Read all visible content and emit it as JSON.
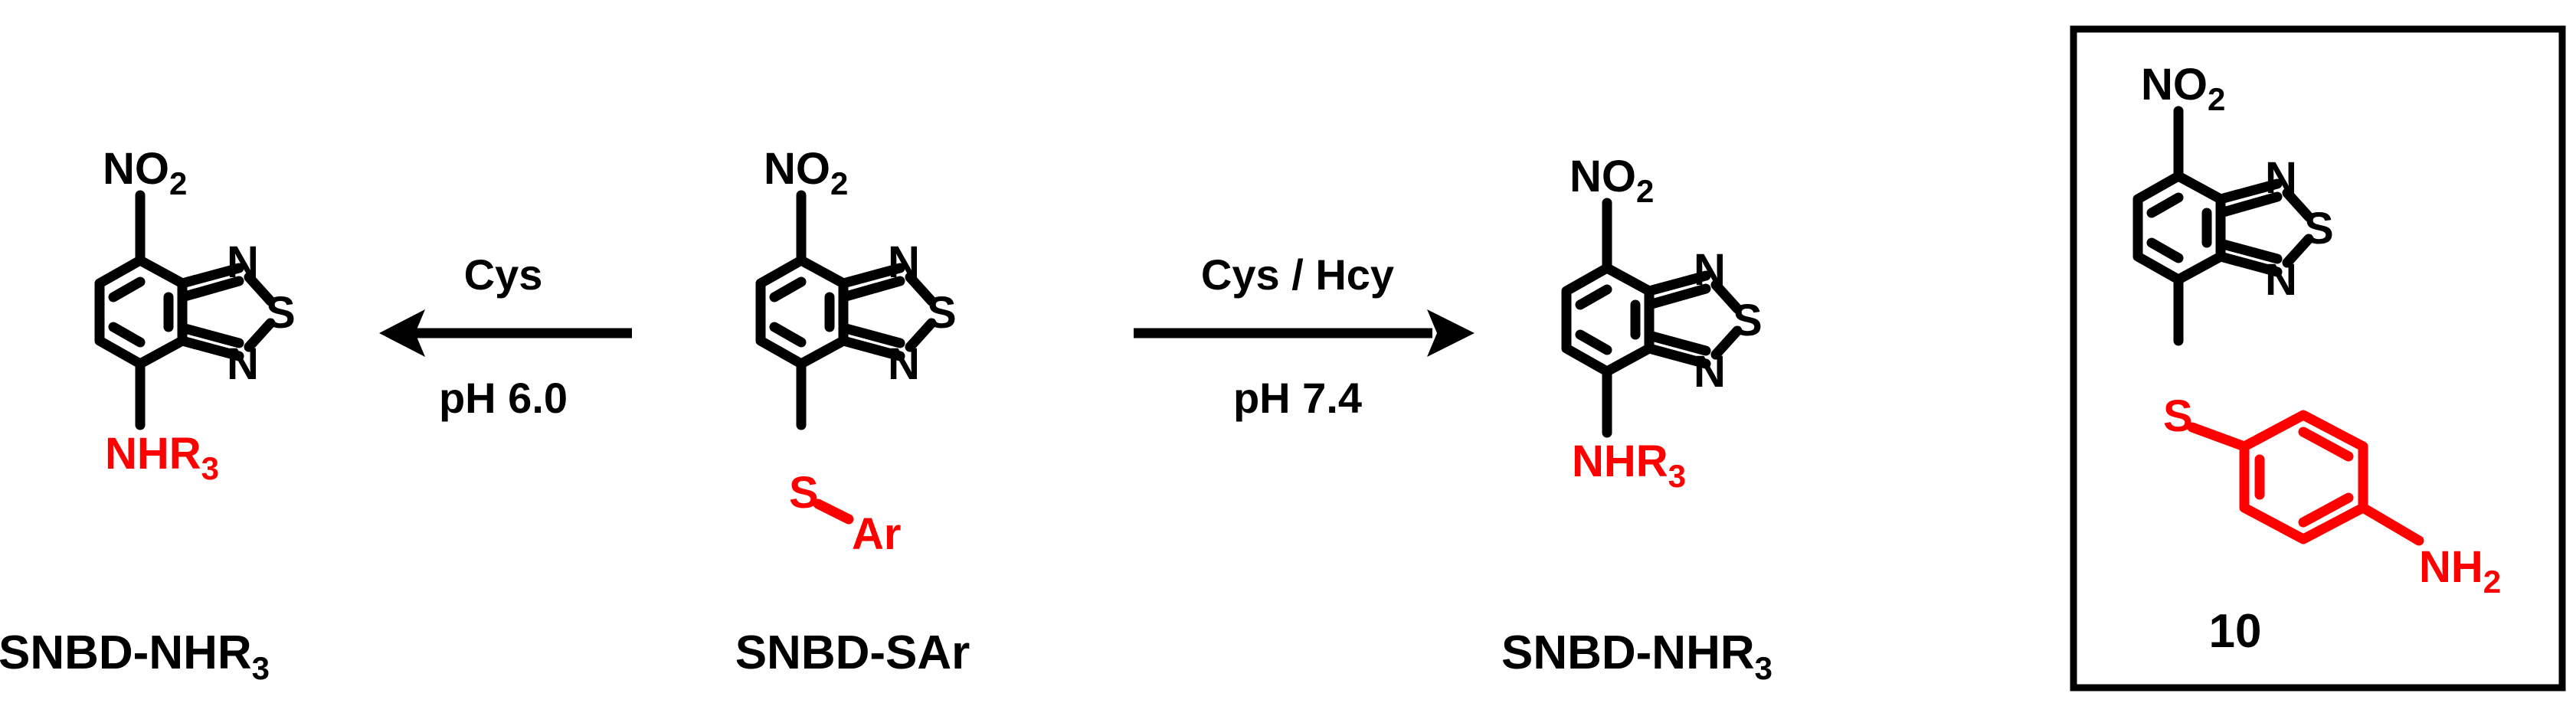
{
  "colors": {
    "black": "#000000",
    "red": "#ff0000"
  },
  "atoms": {
    "no2_main": "NO",
    "no2_sub": "2",
    "n": "N",
    "s": "S",
    "nhr_main": "NHR",
    "nhr_sub": "3",
    "ar": "Ar",
    "nh_main": "NH",
    "nh_sub": "2"
  },
  "left_product": {
    "caption_main": "SNBD-NHR",
    "caption_sub": "3"
  },
  "left_arrow": {
    "reagent": "Cys",
    "condition": "pH 6.0"
  },
  "starting_material": {
    "caption": "SNBD-SAr"
  },
  "right_arrow": {
    "reagent": "Cys / Hcy",
    "condition": "pH 7.4"
  },
  "right_product": {
    "caption_main": "SNBD-NHR",
    "caption_sub": "3"
  },
  "compound_box": {
    "label": "10"
  }
}
